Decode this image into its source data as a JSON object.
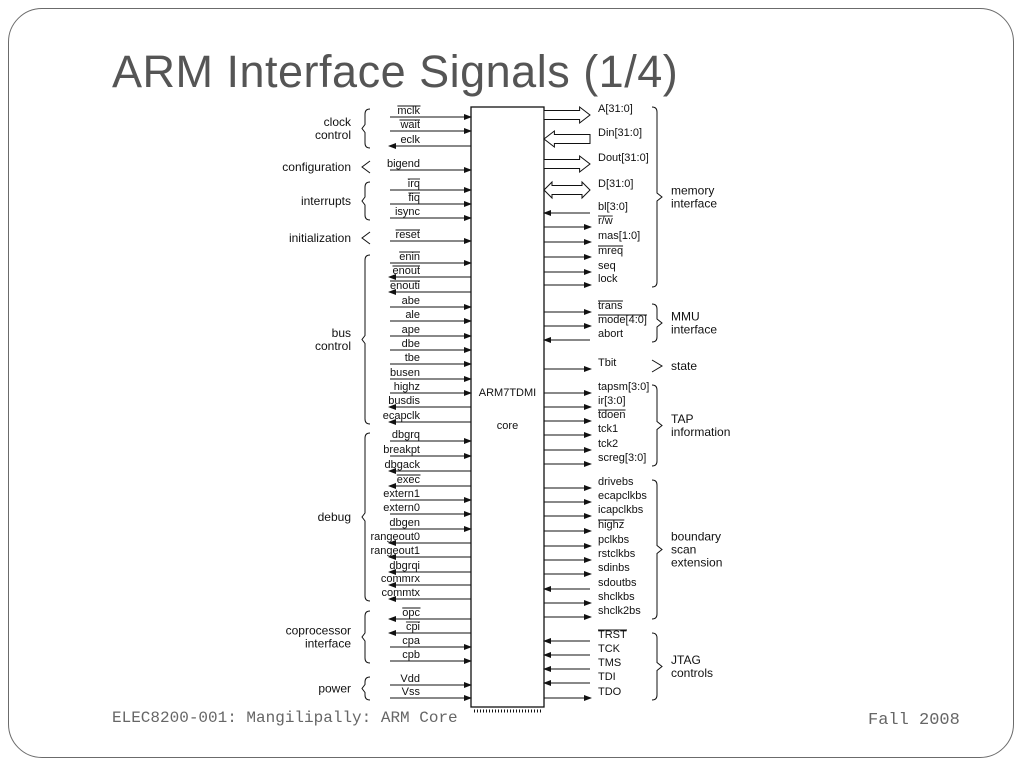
{
  "slide": {
    "title": "ARM Interface Signals (1/4)",
    "footer_left": "ELEC8200-001: Mangilipally: ARM Core",
    "footer_right": "Fall 2008"
  },
  "core": {
    "name": "ARM7TDMI",
    "sub": "core"
  },
  "left_signals": [
    {
      "name": "mclk",
      "dir": "in",
      "bar": true
    },
    {
      "name": "wait",
      "dir": "in",
      "bar": true
    },
    {
      "name": "eclk",
      "dir": "out"
    },
    {
      "name": "bigend",
      "dir": "in"
    },
    {
      "name": "irq",
      "dir": "in",
      "bar": true
    },
    {
      "name": "fiq",
      "dir": "in",
      "bar": true
    },
    {
      "name": "isync",
      "dir": "in"
    },
    {
      "name": "reset",
      "dir": "in",
      "bar": true
    },
    {
      "name": "enin",
      "dir": "in",
      "bar": true
    },
    {
      "name": "enout",
      "dir": "out",
      "bar": true
    },
    {
      "name": "enouti",
      "dir": "out",
      "bar": true
    },
    {
      "name": "abe",
      "dir": "in"
    },
    {
      "name": "ale",
      "dir": "in"
    },
    {
      "name": "ape",
      "dir": "in"
    },
    {
      "name": "dbe",
      "dir": "in"
    },
    {
      "name": "tbe",
      "dir": "in"
    },
    {
      "name": "busen",
      "dir": "in"
    },
    {
      "name": "highz",
      "dir": "in"
    },
    {
      "name": "busdis",
      "dir": "out"
    },
    {
      "name": "ecapclk",
      "dir": "out"
    },
    {
      "name": "dbgrq",
      "dir": "in"
    },
    {
      "name": "breakpt",
      "dir": "in"
    },
    {
      "name": "dbgack",
      "dir": "out"
    },
    {
      "name": "exec",
      "dir": "out",
      "bar": true
    },
    {
      "name": "extern1",
      "dir": "in"
    },
    {
      "name": "extern0",
      "dir": "in"
    },
    {
      "name": "dbgen",
      "dir": "in"
    },
    {
      "name": "rangeout0",
      "dir": "out"
    },
    {
      "name": "rangeout1",
      "dir": "out"
    },
    {
      "name": "dbgrqi",
      "dir": "out"
    },
    {
      "name": "commrx",
      "dir": "out"
    },
    {
      "name": "commtx",
      "dir": "out"
    },
    {
      "name": "opc",
      "dir": "out",
      "bar": true
    },
    {
      "name": "cpi",
      "dir": "out",
      "bar": true
    },
    {
      "name": "cpa",
      "dir": "in"
    },
    {
      "name": "cpb",
      "dir": "in"
    },
    {
      "name": "Vdd",
      "dir": "in"
    },
    {
      "name": "Vss",
      "dir": "in"
    }
  ],
  "right_signals": [
    {
      "name": "A[31:0]",
      "dir": "bus-out"
    },
    {
      "name": "Din[31:0]",
      "dir": "bus-in"
    },
    {
      "name": "Dout[31:0]",
      "dir": "bus-out"
    },
    {
      "name": "D[31:0]",
      "dir": "bus-bi"
    },
    {
      "name": "bl[3:0]",
      "dir": "in"
    },
    {
      "name": "r/w",
      "dir": "out",
      "bar": true
    },
    {
      "name": "mas[1:0]",
      "dir": "out"
    },
    {
      "name": "mreq",
      "dir": "out",
      "bar": true
    },
    {
      "name": "seq",
      "dir": "out"
    },
    {
      "name": "lock",
      "dir": "out"
    },
    {
      "name": "trans",
      "dir": "out",
      "bar": true
    },
    {
      "name": "mode[4:0]",
      "dir": "out",
      "bar": true
    },
    {
      "name": "abort",
      "dir": "in"
    },
    {
      "name": "Tbit",
      "dir": "out"
    },
    {
      "name": "tapsm[3:0]",
      "dir": "out"
    },
    {
      "name": "ir[3:0]",
      "dir": "out"
    },
    {
      "name": "tdoen",
      "dir": "out",
      "bar": true
    },
    {
      "name": "tck1",
      "dir": "out"
    },
    {
      "name": "tck2",
      "dir": "out"
    },
    {
      "name": "screg[3:0]",
      "dir": "out"
    },
    {
      "name": "drivebs",
      "dir": "out"
    },
    {
      "name": "ecapclkbs",
      "dir": "out"
    },
    {
      "name": "icapclkbs",
      "dir": "out"
    },
    {
      "name": "highz",
      "dir": "out",
      "bar": true
    },
    {
      "name": "pclkbs",
      "dir": "out"
    },
    {
      "name": "rstclkbs",
      "dir": "out"
    },
    {
      "name": "sdinbs",
      "dir": "out"
    },
    {
      "name": "sdoutbs",
      "dir": "in"
    },
    {
      "name": "shclkbs",
      "dir": "out"
    },
    {
      "name": "shclk2bs",
      "dir": "out"
    },
    {
      "name": "TRST",
      "dir": "in",
      "bar": true
    },
    {
      "name": "TCK",
      "dir": "in"
    },
    {
      "name": "TMS",
      "dir": "in"
    },
    {
      "name": "TDI",
      "dir": "in"
    },
    {
      "name": "TDO",
      "dir": "out"
    }
  ],
  "left_groups": [
    {
      "label": [
        "clock",
        "control"
      ],
      "first": 0,
      "last": 2
    },
    {
      "label": [
        "configuration"
      ],
      "first": 3,
      "last": 3
    },
    {
      "label": [
        "interrupts"
      ],
      "first": 4,
      "last": 6
    },
    {
      "label": [
        "initialization"
      ],
      "first": 7,
      "last": 7
    },
    {
      "label": [
        "bus",
        "control"
      ],
      "first": 8,
      "last": 19
    },
    {
      "label": [
        "debug"
      ],
      "first": 20,
      "last": 31
    },
    {
      "label": [
        "coprocessor",
        "interface"
      ],
      "first": 32,
      "last": 35
    },
    {
      "label": [
        "power"
      ],
      "first": 36,
      "last": 37
    }
  ],
  "right_groups": [
    {
      "label": [
        "memory",
        "interface"
      ],
      "first": 0,
      "last": 9
    },
    {
      "label": [
        "MMU",
        "interface"
      ],
      "first": 10,
      "last": 12
    },
    {
      "label": [
        "state"
      ],
      "first": 13,
      "last": 13
    },
    {
      "label": [
        "TAP",
        "information"
      ],
      "first": 14,
      "last": 19
    },
    {
      "label": [
        "boundary",
        "scan",
        "extension"
      ],
      "first": 20,
      "last": 29
    },
    {
      "label": [
        "JTAG",
        "controls"
      ],
      "first": 30,
      "last": 34
    }
  ]
}
